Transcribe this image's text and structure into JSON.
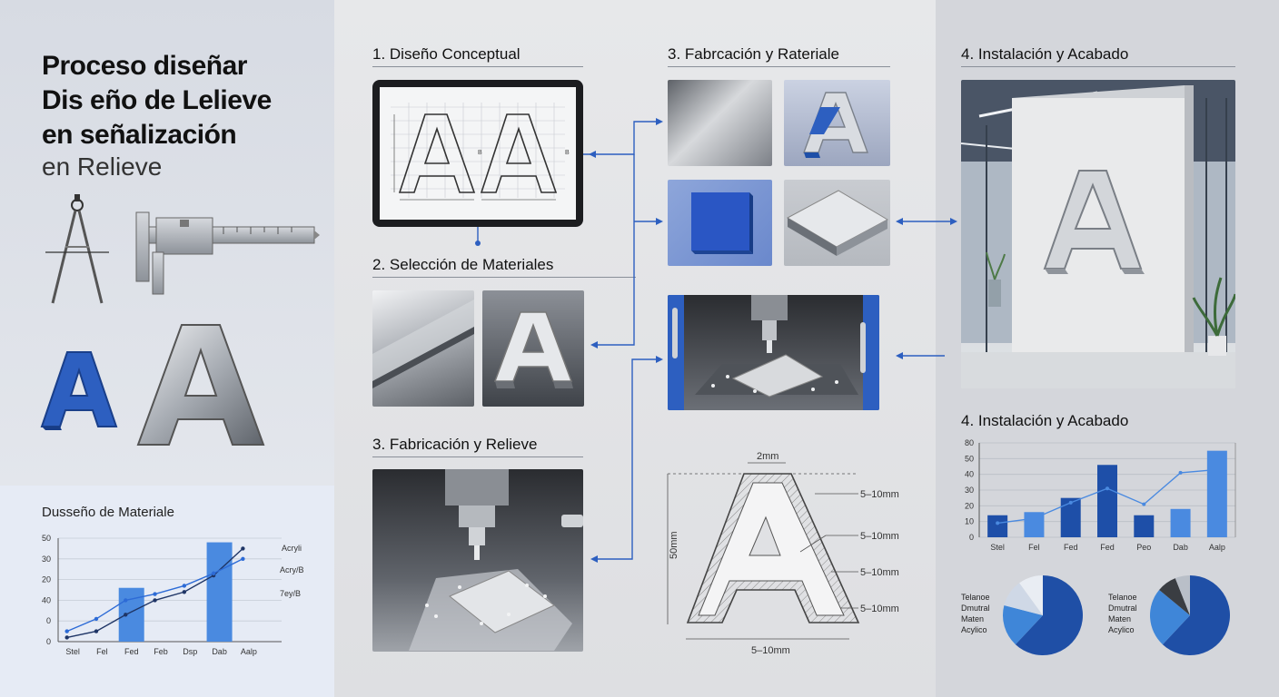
{
  "header": {
    "title_lines": [
      "Proceso diseñar",
      "Dis eño de Lelieve",
      "en señalización"
    ],
    "subtitle": "en Relieve"
  },
  "sections": {
    "s1": "1. Diseño Conceptual",
    "s2": "2. Selección de Materiales",
    "s3": "3. Fabricación y Relieve",
    "s3b": "3. Fabrcación y Rateriale",
    "s4": "4. Instalación y Acabado",
    "s4b": "4. Instalación y Acabado"
  },
  "tablet": {
    "side_labels": [
      "B",
      "B"
    ],
    "letters": [
      "A",
      "A"
    ]
  },
  "drawing": {
    "top_dim": "2mm",
    "side_dim": "50mm",
    "right_dims": [
      "5–10mm",
      "5–10mm",
      "5–10mm",
      "5–10mm"
    ],
    "bottom_dim": "5–10mm",
    "letter": "A"
  },
  "colors": {
    "accent": "#2d5fc0",
    "accent_light": "#4a8ae0",
    "accent_dark": "#1e4fa8",
    "steel": "#9aa0a8"
  },
  "chart_data": [
    {
      "type": "bar",
      "title": "Dusseño de Materiale",
      "categories": [
        "Stel",
        "Fel",
        "Fed",
        "Feb",
        "Dsp",
        "Dab",
        "Aalp"
      ],
      "y_ticks": [
        "0",
        "0",
        "40",
        "20",
        "30",
        "50"
      ],
      "ylim": [
        0,
        50
      ],
      "bars": [
        null,
        null,
        26,
        null,
        null,
        48,
        null
      ],
      "series": [
        {
          "name": "Acryli",
          "values": [
            2,
            5,
            13,
            20,
            24,
            32,
            45
          ]
        },
        {
          "name": "Acry/B",
          "values": [
            5,
            11,
            20,
            23,
            27,
            33,
            40
          ]
        },
        {
          "name": "7ey/B",
          "values": []
        }
      ],
      "legend": "right",
      "grid": true
    },
    {
      "type": "bar",
      "title": "4. Instalación y Acabado",
      "categories": [
        "Stel",
        "Fel",
        "Fed",
        "Fed",
        "Peo",
        "Dab",
        "Aalp"
      ],
      "y_ticks": [
        "0",
        "10",
        "20",
        "30",
        "40",
        "50",
        "80"
      ],
      "ylim": [
        0,
        60
      ],
      "series": [
        {
          "name": "bars",
          "values": [
            14,
            16,
            25,
            46,
            14,
            18,
            55
          ]
        },
        {
          "name": "line",
          "values": [
            9,
            12,
            22,
            31,
            21,
            41,
            43
          ]
        }
      ],
      "grid": true
    },
    {
      "type": "pie",
      "labels": [
        "Telanoe",
        "Dmutral",
        "Maten",
        "Acylico"
      ],
      "values": [
        62,
        17,
        11,
        10
      ]
    },
    {
      "type": "pie",
      "labels": [
        "Telanoe",
        "Dmutral",
        "Maten",
        "Acylico"
      ],
      "values": [
        62,
        24,
        8,
        6
      ]
    }
  ]
}
